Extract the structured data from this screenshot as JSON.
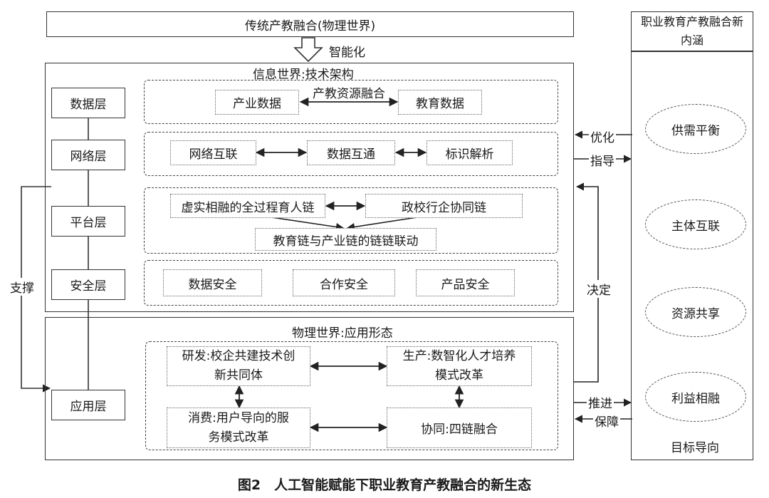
{
  "top_title": "传统产教融合(物理世界)",
  "smart_label": "智能化",
  "info_world_title": "信息世界:技术架构",
  "physical_world_title": "物理世界:应用形态",
  "layers": {
    "data": "数据层",
    "network": "网络层",
    "platform": "平台层",
    "security": "安全层",
    "application": "应用层"
  },
  "data_row": {
    "left": "产业数据",
    "middle": "产教资源融合",
    "right": "教育数据"
  },
  "network_row": [
    "网络互联",
    "数据互通",
    "标识解析"
  ],
  "platform_row": {
    "left": "虚实相融的全过程育人链",
    "right": "政校行企协同链",
    "bottom": "教育链与产业链的链链联动"
  },
  "security_row": [
    "数据安全",
    "合作安全",
    "产品安全"
  ],
  "application_row": {
    "top_left": "研发:校企共建技术创新共同体",
    "top_right": "生产:数智化人才培养模式改革",
    "bottom_left": "消费:用户导向的服务模式改革",
    "bottom_right": "协同:四链融合"
  },
  "side_labels": {
    "support": "支撑",
    "optimize": "优化",
    "guide": "指导",
    "decide": "决定",
    "promote": "推进",
    "ensure": "保障"
  },
  "right_panel": {
    "title": "职业教育产教融合新内涵",
    "items": [
      "供需平衡",
      "主体互联",
      "资源共享",
      "利益相融"
    ],
    "bottom": "目标导向"
  },
  "caption": "图2　人工智能赋能下职业教育产教融合的新生态"
}
